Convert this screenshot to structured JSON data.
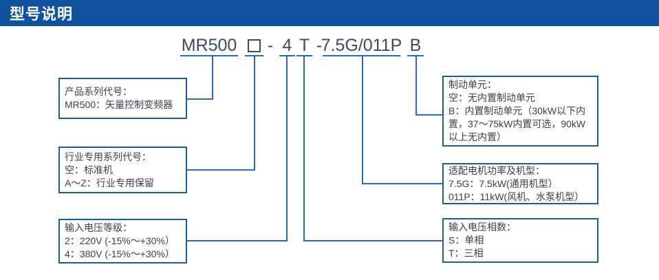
{
  "header": {
    "title": "型号说明"
  },
  "model": {
    "segments": [
      {
        "text": "MR500",
        "underlined": true
      },
      {
        "text": "",
        "glyph": "square-outline",
        "underlined": true
      },
      {
        "text": "-",
        "underlined": false
      },
      {
        "text": "4",
        "underlined": true
      },
      {
        "text": "T",
        "underlined": true
      },
      {
        "text": "-",
        "underlined": false
      },
      {
        "text": "7.5G/011P",
        "underlined": true
      },
      {
        "text": "B",
        "underlined": true
      }
    ]
  },
  "callouts": {
    "left": [
      {
        "id": "product-series",
        "lines": [
          "产品系列代号：",
          "MR500：矢量控制变频器"
        ]
      },
      {
        "id": "industry-series",
        "lines": [
          "行业专用系列代号：",
          "空：标准机",
          "A～Z：行业专用保留"
        ]
      },
      {
        "id": "input-voltage-level",
        "lines": [
          "输入电压等级：",
          "2：220V (-15%～+30%）",
          "4：380V (-15%～+30%）"
        ]
      }
    ],
    "right": [
      {
        "id": "braking-unit",
        "lines": [
          "制动单元：",
          "空：无内置制动单元",
          "B：内置制动单元（30kW以下内置，37～75kW内置可选，90kW以上无内置）"
        ]
      },
      {
        "id": "motor-power",
        "lines": [
          "适配电机功率及机型：",
          "7.5G：7.5kW(通用机型）",
          "011P：11kW(风机、水泵机型）"
        ]
      },
      {
        "id": "input-phase",
        "lines": [
          "输入电压相数：",
          "S：单相",
          "T：三相"
        ]
      }
    ]
  },
  "colors": {
    "header_bg": "#10519e",
    "connector_line": "#2a6ab2",
    "box_border": "#1f5c9e",
    "model_text": "#3d4a5f",
    "body_text": "#3c4049"
  }
}
